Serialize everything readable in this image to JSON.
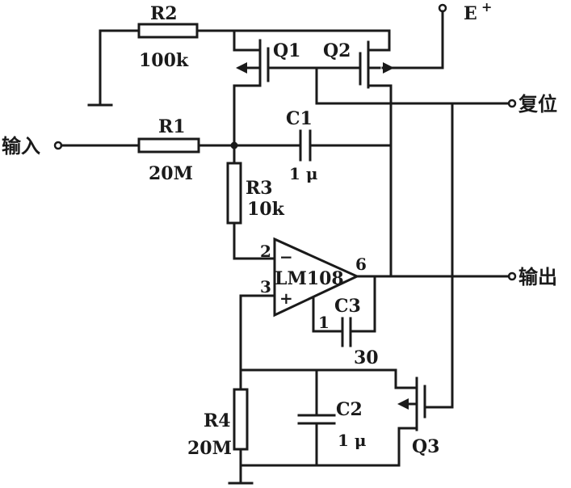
{
  "components": {
    "R1": {
      "name": "R1",
      "value": "20M"
    },
    "R2": {
      "name": "R2",
      "value": "100k"
    },
    "R3": {
      "name": "R3",
      "value": "10k"
    },
    "R4": {
      "name": "R4",
      "value": "20M"
    },
    "C1": {
      "name": "C1",
      "value": "1 μ"
    },
    "C2": {
      "name": "C2",
      "value": "1 μ"
    },
    "C3": {
      "name": "C3",
      "value": "30"
    },
    "Q1": {
      "name": "Q1"
    },
    "Q2": {
      "name": "Q2"
    },
    "Q3": {
      "name": "Q3"
    },
    "opamp": {
      "name": "LM108",
      "pin_minus": "2",
      "pin_plus": "3",
      "pin_out": "6",
      "pin_comp": "1",
      "minus_sign": "−",
      "plus_sign": "+"
    }
  },
  "terminals": {
    "input": "输入",
    "output": "输出",
    "reset": "复位",
    "supply": "E",
    "supply_sup": "+"
  }
}
